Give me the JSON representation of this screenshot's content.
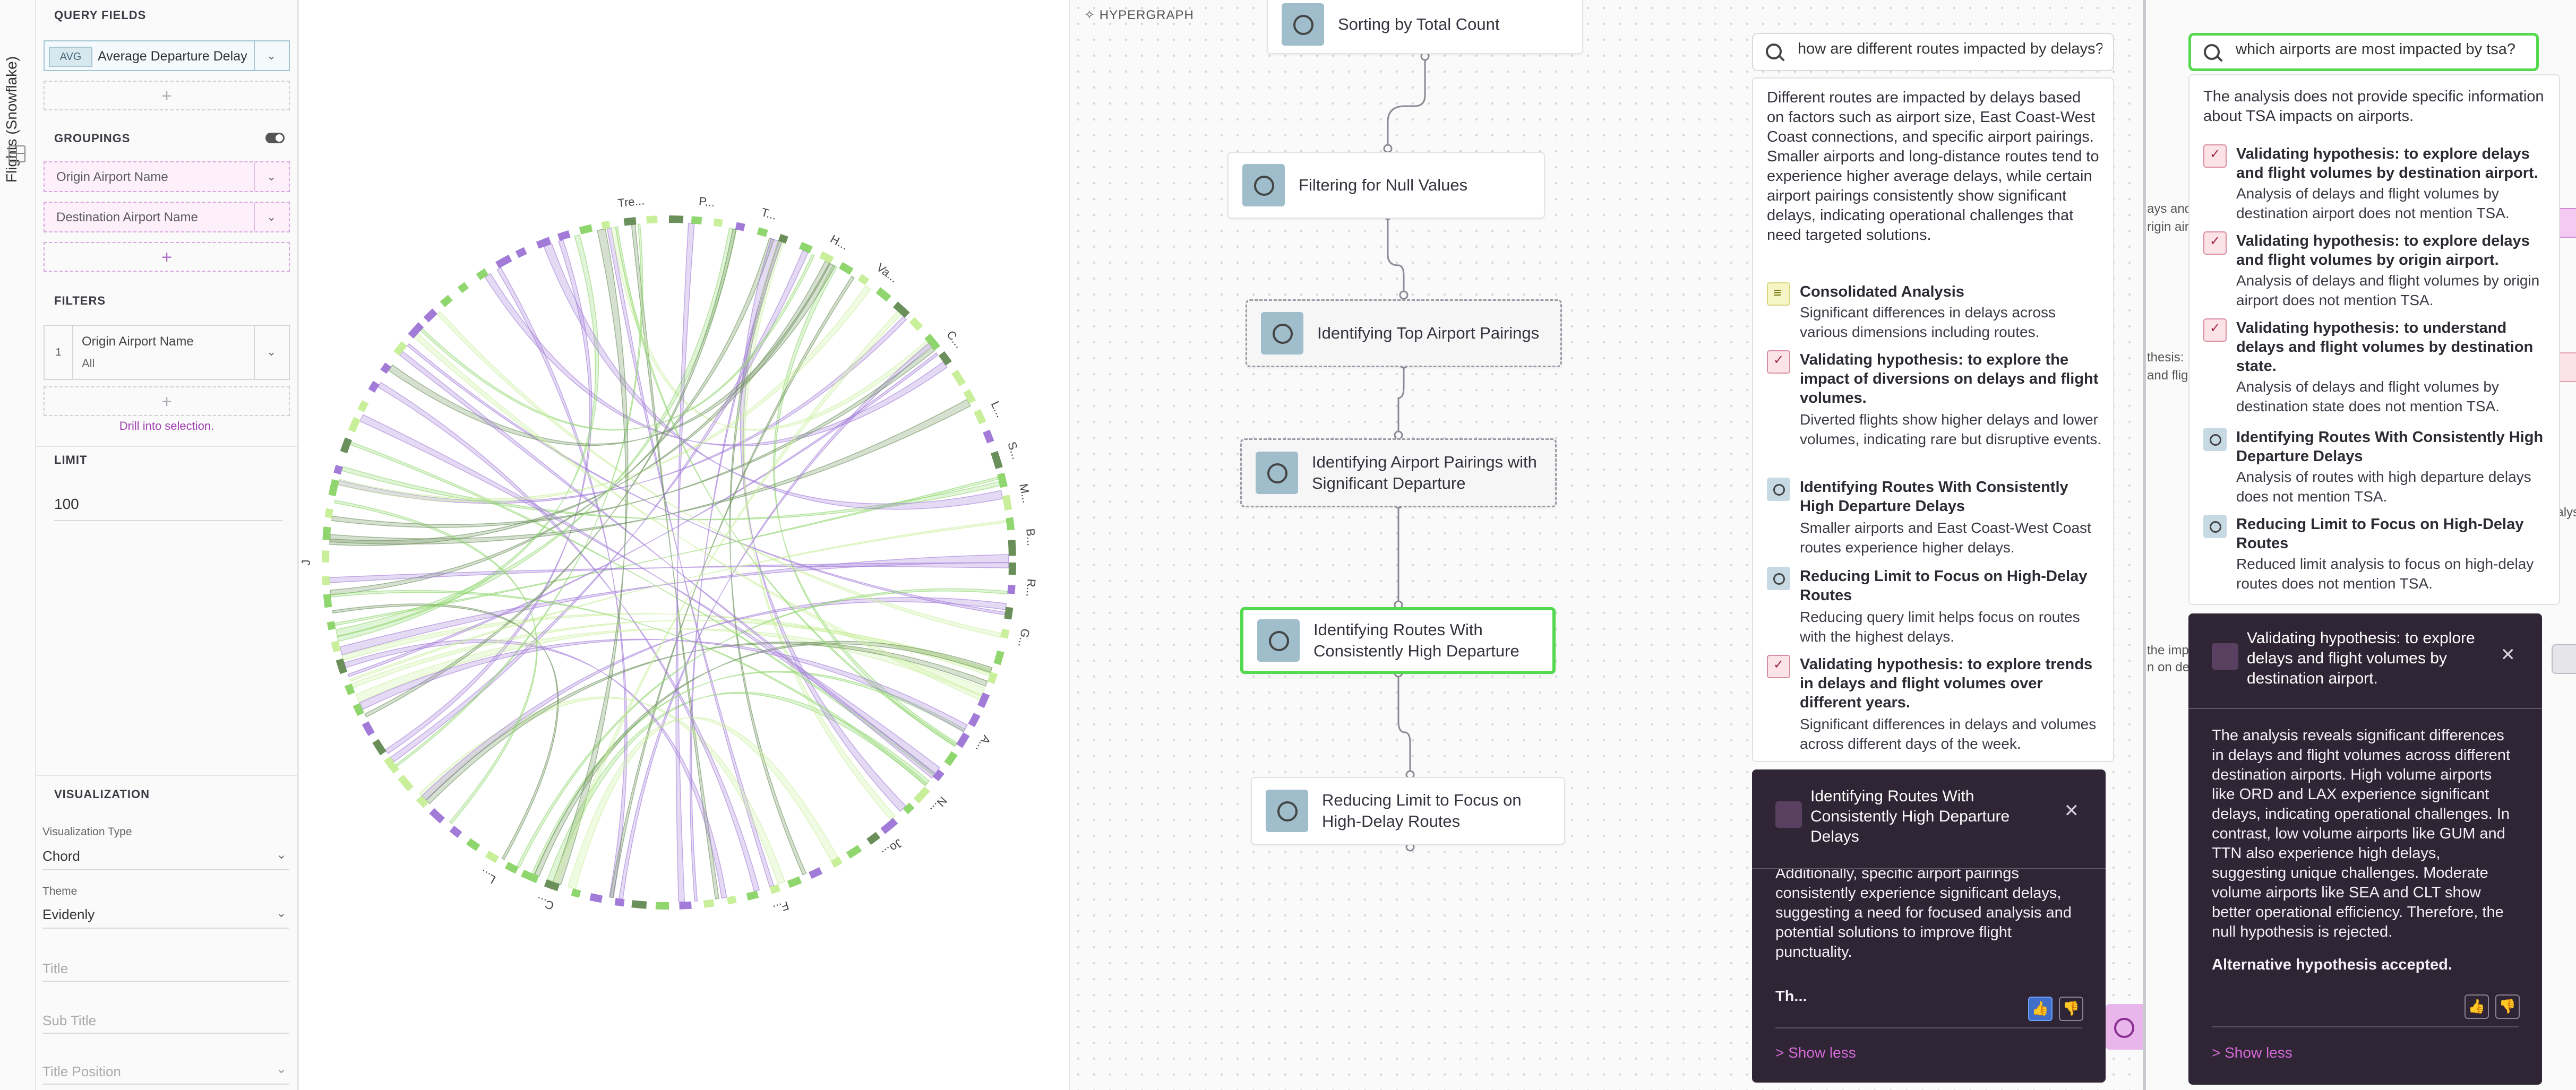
{
  "vertical_tab": {
    "label": "Flights (Snowflake)"
  },
  "query_fields": {
    "heading": "QUERY FIELDS",
    "field": {
      "aggregation": "AVG",
      "label": "Average Departure Delay"
    }
  },
  "groupings": {
    "heading": "GROUPINGS",
    "items": [
      {
        "label": "Origin Airport Name"
      },
      {
        "label": "Destination Airport Name"
      }
    ]
  },
  "filters": {
    "heading": "FILTERS",
    "items": [
      {
        "index": "1",
        "label": "Origin Airport Name",
        "value": "All"
      }
    ],
    "drill_link": "Drill into selection."
  },
  "limit": {
    "heading": "LIMIT",
    "value": "100"
  },
  "visualization": {
    "heading": "VISUALIZATION",
    "type_label": "Visualization Type",
    "type_value": "Chord",
    "theme_label": "Theme",
    "theme_value": "Evidenly",
    "title_placeholder": "Title",
    "subtitle_placeholder": "Sub Title",
    "title_position_placeholder": "Title Position"
  },
  "chord": {
    "labels": [
      "Tre...",
      "P...",
      "T...",
      "H...",
      "Va...",
      "C...",
      "L...",
      "S...",
      "M...",
      "B...",
      "R...",
      "G...",
      "A...",
      "N...",
      "Jo...",
      "F...",
      "C...",
      "L...",
      "J"
    ],
    "colors": {
      "purple": "#a27bd8",
      "green": "#8fd66e",
      "dark_green": "#6b8f5a",
      "light_green": "#c9ef9b"
    }
  },
  "hypergraph": {
    "title": "HYPERGRAPH",
    "nodes": [
      {
        "label": "Sorting by Total Count"
      },
      {
        "label": "Filtering for Null Values"
      },
      {
        "label": "Identifying Top Airport Pairings"
      },
      {
        "label": "Identifying Airport Pairings with Significant Departure"
      },
      {
        "label": "Identifying Routes With Consistently High Departure"
      },
      {
        "label": "Reducing Limit to Focus on High-Delay Routes"
      }
    ]
  },
  "routes_panel": {
    "query": "how are different routes impacted by delays?",
    "summary": "Different routes are impacted by delays based on factors such as airport size, East Coast-West Coast connections, and specific airport pairings. Smaller airports and long-distance routes tend to experience higher average delays, while certain airport pairings consistently show significant delays, indicating operational challenges that need targeted solutions.",
    "items": [
      {
        "icon": "consolidated",
        "title": "Consolidated Analysis",
        "desc": "Significant differences in delays across various dimensions including routes."
      },
      {
        "icon": "check",
        "title": "Validating hypothesis: to explore the impact of diversions on delays and flight volumes.",
        "desc": "Diverted flights show higher delays and lower volumes, indicating rare but disruptive events."
      },
      {
        "icon": "node",
        "title": "Identifying Routes With Consistently High Departure Delays",
        "desc": "Smaller airports and East Coast-West Coast routes experience higher delays."
      },
      {
        "icon": "node",
        "title": "Reducing Limit to Focus on High-Delay Routes",
        "desc": "Reducing query limit helps focus on routes with the highest delays."
      },
      {
        "icon": "check",
        "title": "Validating hypothesis: to explore trends in delays and flight volumes over different years.",
        "desc": "Significant differences in delays and volumes across different days of the week."
      }
    ],
    "detail": {
      "title": "Identifying Routes With Consistently High Departure Delays",
      "body": "Additionally, specific airport pairings consistently experience significant delays, suggesting a need for focused analysis and potential solutions to improve flight punctuality.",
      "trailing": "Th...",
      "show_less": "> Show less"
    }
  },
  "tsa_panel": {
    "query": "which airports are most impacted by tsa?",
    "summary": "The analysis does not provide specific information about TSA impacts on airports.",
    "items": [
      {
        "icon": "check",
        "title": "Validating hypothesis: to explore delays and flight volumes by destination airport.",
        "desc": "Analysis of delays and flight volumes by destination airport does not mention TSA."
      },
      {
        "icon": "check",
        "title": "Validating hypothesis: to explore delays and flight volumes by origin airport.",
        "desc": "Analysis of delays and flight volumes by origin airport does not mention TSA."
      },
      {
        "icon": "check",
        "title": "Validating hypothesis: to understand delays and flight volumes by destination state.",
        "desc": "Analysis of delays and flight volumes by destination state does not mention TSA."
      },
      {
        "icon": "node",
        "title": "Identifying Routes With Consistently High Departure Delays",
        "desc": "Analysis of routes with high departure delays does not mention TSA."
      },
      {
        "icon": "node",
        "title": "Reducing Limit to Focus on High-Delay Routes",
        "desc": "Reduced limit analysis to focus on high-delay routes does not mention TSA."
      }
    ],
    "detail": {
      "title": "Validating hypothesis: to explore delays and flight volumes by destination airport.",
      "body": "The analysis reveals significant differences in delays and flight volumes across different destination airports. High volume airports like ORD and LAX experience significant delays, indicating operational challenges. In contrast, low volume airports like GUM and TTN also experience high delays, suggesting unique challenges. Moderate volume airports like SEA and CLT show better operational efficiency. Therefore, the null hypothesis is rejected.",
      "conclusion": "Alternative hypothesis accepted.",
      "show_less": "> Show less"
    }
  },
  "background_fragments": {
    "a": "ays and",
    "b": "rigin airp",
    "c": "thesis:",
    "d": "and flig",
    "e": "the imp",
    "f": "n on del",
    "g": "Analys"
  }
}
